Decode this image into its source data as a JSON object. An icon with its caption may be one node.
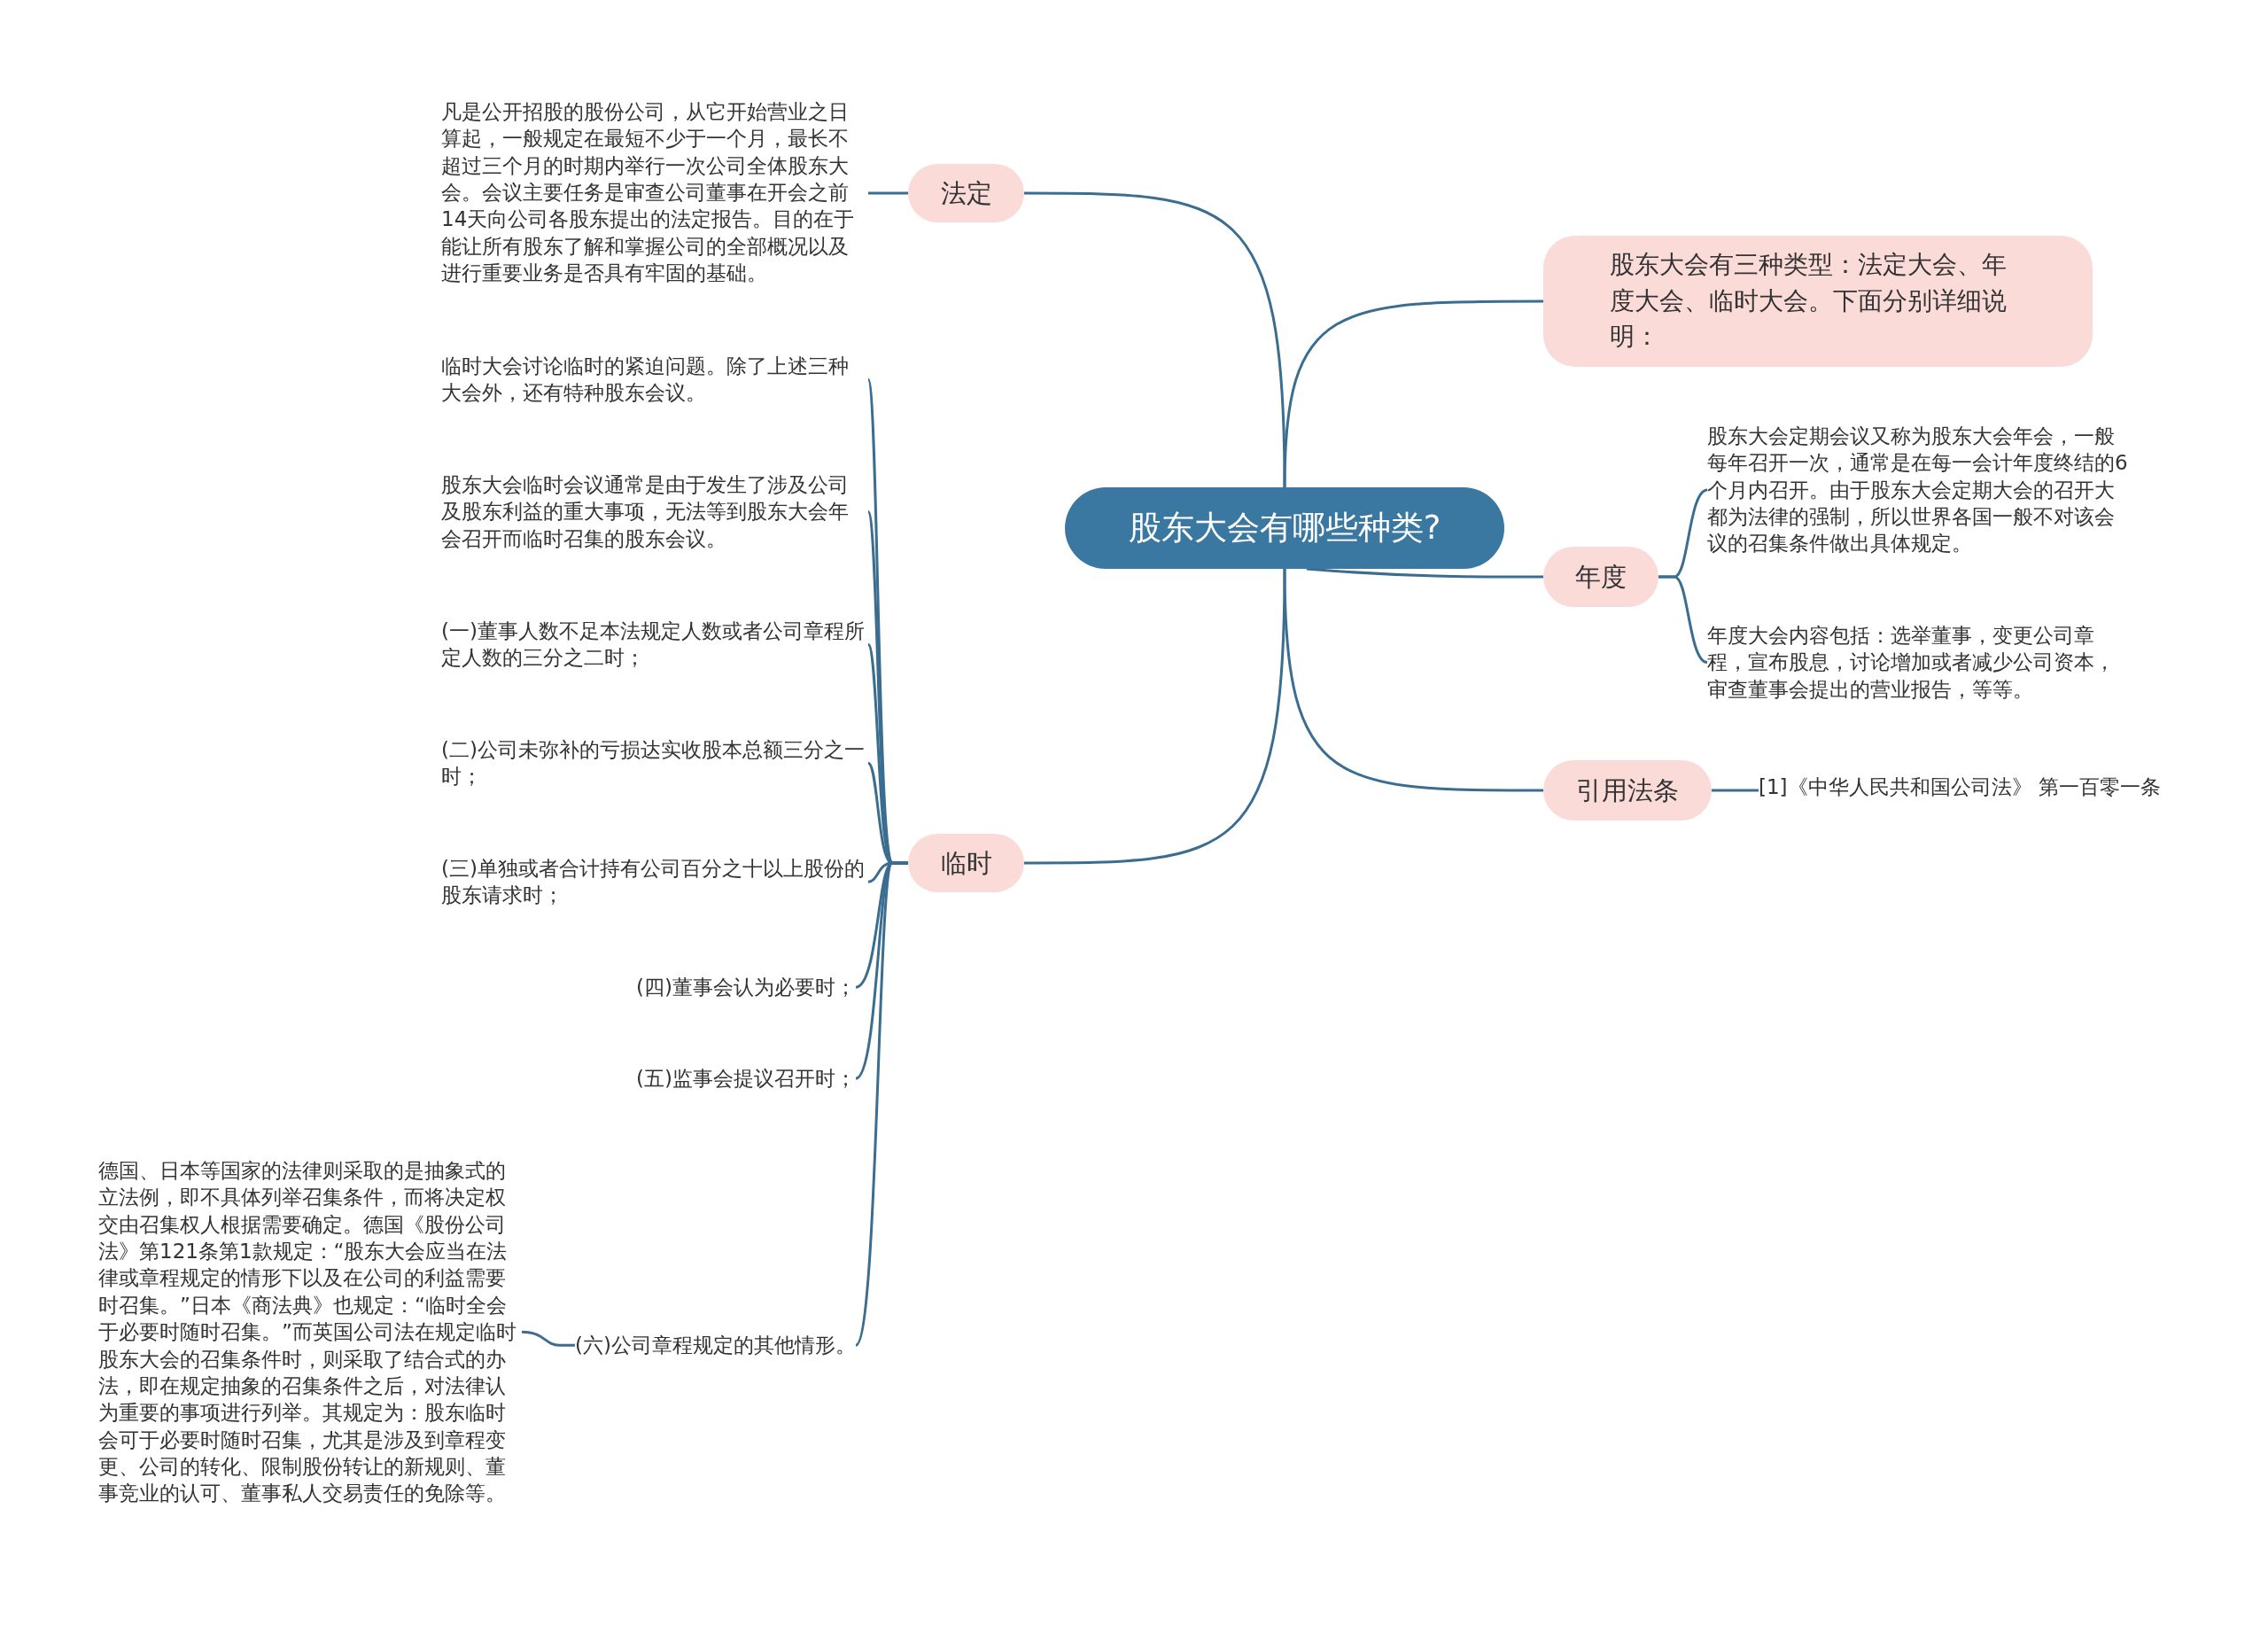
{
  "diagram": {
    "nodes": [
      {
        "text": [
          "股东大会有哪些种类?"
        ]
      },
      {
        "text": [
          "法定"
        ]
      },
      {
        "text": [
          "凡是公开招股的股份公司，从它开始营业之日算起，一般规定在最短不少于一个月，最长不超过三个月的时期内举行一次公司全体股东大会。会议主要任务是审查公司董事在开会之前14天向公司各股东提出的法定报告。目的在于能让所有股东了解和掌握公司的全部概况以及进行重要业务是否具有牢固的基础。"
        ]
      },
      {
        "text": [
          "临时"
        ]
      },
      {
        "text": [
          "临时大会讨论临时的紧迫问题。除了上述三种大会外，还有特种股东会议。"
        ]
      },
      {
        "text": [
          "股东大会临时会议通常是由于发生了涉及公司及股东利益的重大事项，无法等到股东大会年会召开而临时召集的股东会议。"
        ]
      },
      {
        "text": [
          "(一)董事人数不足本法规定人数或者公司章程所定人数的三分之二时；"
        ]
      },
      {
        "text": [
          "(二)公司未弥补的亏损达实收股本总额三分之一时；"
        ]
      },
      {
        "text": [
          "(三)单独或者合计持有公司百分之十以上股份的股东请求时；"
        ]
      },
      {
        "text": [
          "(四)董事会认为必要时；"
        ]
      },
      {
        "text": [
          "(五)监事会提议召开时；"
        ]
      },
      {
        "text": [
          "(六)公司章程规定的其他情形。"
        ]
      },
      {
        "text": [
          "德国、日本等国家的法律则采取的是抽象式的立法例，即不具体列举召集条件，而将决定权交由召集权人根据需要确定。德国《股份公司法》第121条第1款规定：“股东大会应当在法律或章程规定的情形下以及在公司的利益需要时召集。”日本《商法典》也规定：“临时全会于必要时随时召集。”而英国公司法在规定临时股东大会的召集条件时，则采取了结合式的办法，即在规定抽象的召集条件之后，对法律认为重要的事项进行列举。其规定为：股东临时会可于必要时随时召集，尤其是涉及到章程变更、公司的转化、限制股份转让的新规则、董事竞业的认可、董事私人交易责任的免除等。"
        ]
      },
      {
        "text": [
          "股东大会有三种类型：法定大会、年度大会、临时大会。下面分别详细说明："
        ]
      },
      {
        "text": [
          "年度"
        ]
      },
      {
        "text": [
          "股东大会定期会议又称为股东大会年会，一般每年召开一次，通常是在每一会计年度终结的6个月内召开。由于股东大会定期大会的召开大都为法律的强制，所以世界各国一般不对该会议的召集条件做出具体规定。"
        ]
      },
      {
        "text": [
          "年度大会内容包括：选举董事，变更公司章程，宣布股息，讨论增加或者减少公司资本，审查董事会提出的营业报告，等等。"
        ]
      },
      {
        "text": [
          "引用法条"
        ]
      },
      {
        "text": [
          "[1]《中华人民共和国公司法》 第一百零一条"
        ]
      }
    ],
    "edges": [
      {
        "from": 0,
        "to": 1,
        "arrow": "none"
      },
      {
        "from": 1,
        "to": 2,
        "arrow": "none"
      },
      {
        "from": 0,
        "to": 3,
        "arrow": "none"
      },
      {
        "from": 3,
        "to": 4,
        "arrow": "none"
      },
      {
        "from": 3,
        "to": 5,
        "arrow": "none"
      },
      {
        "from": 3,
        "to": 6,
        "arrow": "none"
      },
      {
        "from": 3,
        "to": 7,
        "arrow": "none"
      },
      {
        "from": 3,
        "to": 8,
        "arrow": "none"
      },
      {
        "from": 3,
        "to": 9,
        "arrow": "none"
      },
      {
        "from": 3,
        "to": 10,
        "arrow": "none"
      },
      {
        "from": 3,
        "to": 11,
        "arrow": "none"
      },
      {
        "from": 11,
        "to": 12,
        "arrow": "none"
      },
      {
        "from": 0,
        "to": 13,
        "arrow": "none"
      },
      {
        "from": 0,
        "to": 14,
        "arrow": "none"
      },
      {
        "from": 14,
        "to": 15,
        "arrow": "none"
      },
      {
        "from": 14,
        "to": 16,
        "arrow": "none"
      },
      {
        "from": 0,
        "to": 17,
        "arrow": "none"
      },
      {
        "from": 17,
        "to": 18,
        "arrow": "none"
      }
    ]
  }
}
